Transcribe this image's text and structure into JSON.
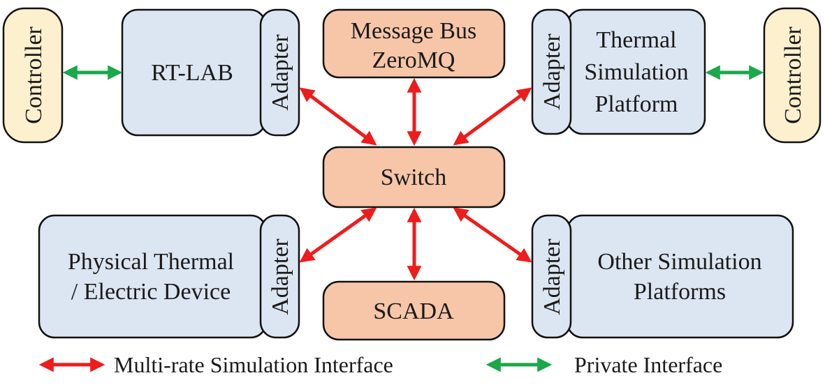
{
  "diagram": {
    "controller_left": "Controller",
    "controller_right": "Controller",
    "rtlab": "RT-LAB",
    "message_bus_line1": "Message Bus",
    "message_bus_line2": "ZeroMQ",
    "thermal_line1": "Thermal",
    "thermal_line2": "Simulation",
    "thermal_line3": "Platform",
    "switch": "Switch",
    "physical_line1": "Physical Thermal",
    "physical_line2": "/ Electric Device",
    "scada": "SCADA",
    "other_line1": "Other Simulation",
    "other_line2": "Platforms",
    "adapter": "Adapter"
  },
  "legend": {
    "multi_rate": "Multi-rate Simulation Interface",
    "private": "Private Interface"
  },
  "colors": {
    "multi_rate_arrow": "#ee1c1c",
    "private_arrow": "#1aa84a",
    "platform_fill": "#dce6f2",
    "hub_fill": "#f7c6a8",
    "controller_fill": "#fdf0cf"
  }
}
